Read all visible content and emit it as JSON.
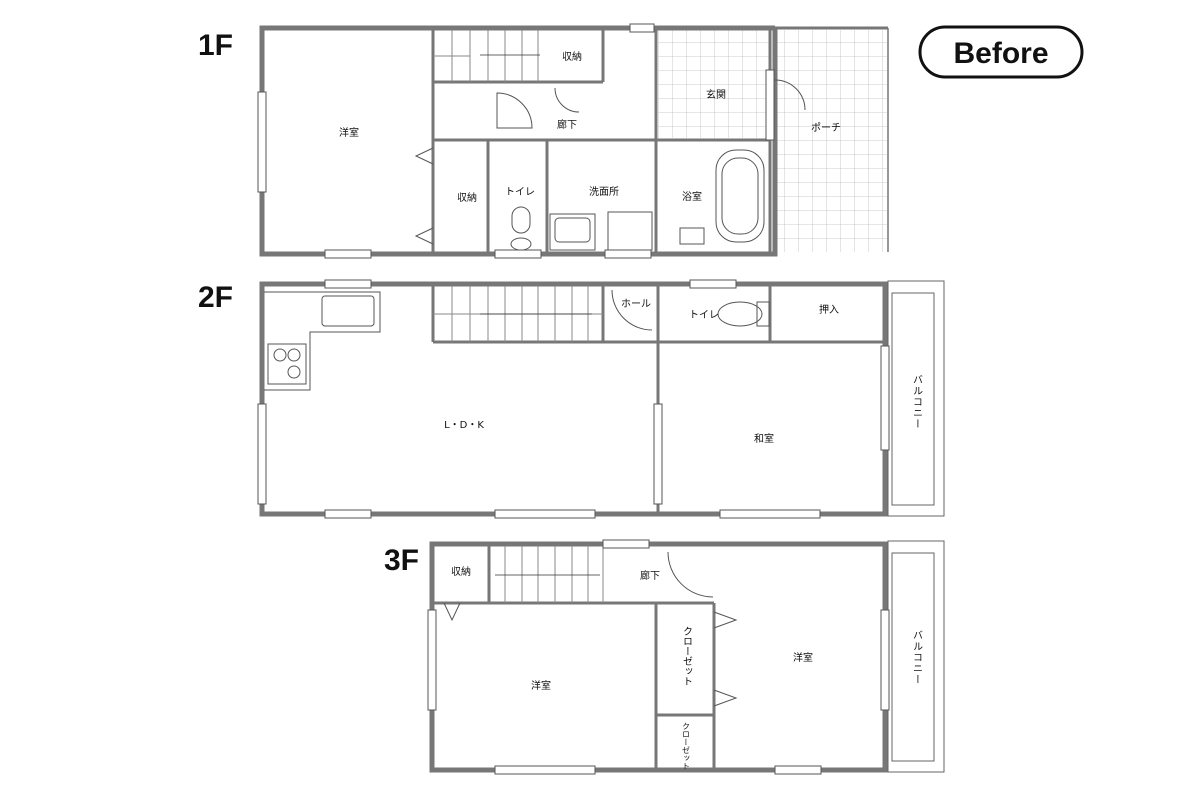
{
  "badge": "Before",
  "floors": {
    "f1": {
      "label": "1F",
      "rooms": {
        "western": "洋室",
        "storage1": "収納",
        "storage2": "収納",
        "hall": "廊下",
        "entrance": "玄関",
        "porch": "ポーチ",
        "toilet": "トイレ",
        "washroom": "洗面所",
        "bath": "浴室"
      }
    },
    "f2": {
      "label": "2F",
      "rooms": {
        "ldk": "L・D・K",
        "hall": "ホール",
        "toilet": "トイレ",
        "closet": "押入",
        "japanese": "和室",
        "balcony": "バルコニー"
      }
    },
    "f3": {
      "label": "3F",
      "rooms": {
        "storage": "収納",
        "hall": "廊下",
        "closet1": "クローゼット",
        "closet2": "クローゼット",
        "western1": "洋室",
        "western2": "洋室",
        "balcony": "バルコニー"
      }
    }
  }
}
